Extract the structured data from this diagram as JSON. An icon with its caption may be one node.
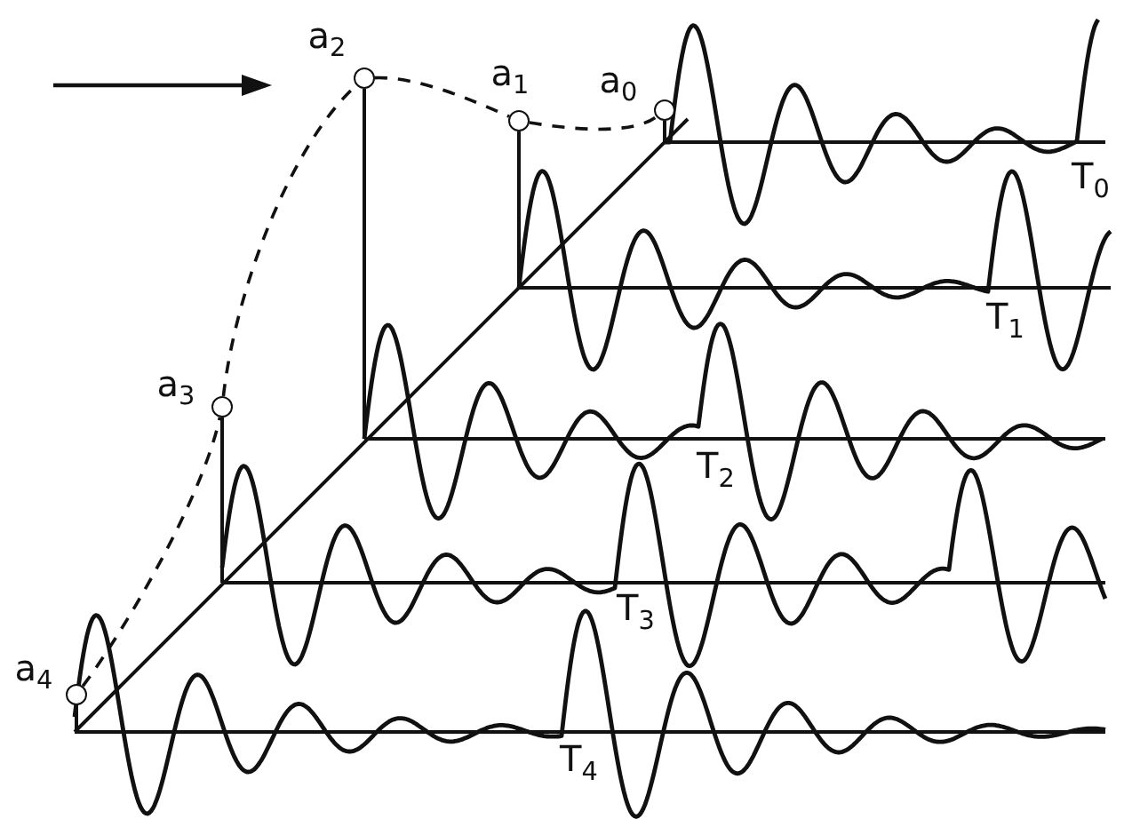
{
  "diagram": {
    "nodes": [
      {
        "text": [
          "a$_{2}$"
        ]
      },
      {
        "text": [
          "a$_{1}$"
        ]
      },
      {
        "text": [
          "a$_{0}$"
        ]
      },
      {
        "text": [
          "a$_{3}$"
        ]
      },
      {
        "text": [
          "a$_{4}$"
        ]
      }
    ],
    "edges": [
      {
        "from": 4,
        "to": 3,
        "arrow": "none",
        "style": "dashed"
      },
      {
        "from": 3,
        "to": 0,
        "arrow": "none",
        "style": "dashed"
      },
      {
        "from": 0,
        "to": 1,
        "arrow": "none",
        "style": "dashed"
      },
      {
        "from": 1,
        "to": 2,
        "arrow": "none",
        "style": "dashed"
      }
    ],
    "labels": [
      "T$_{0}$",
      "T$_{1}$",
      "T$_{2}$",
      "T$_{3}$",
      "T$_{4}$"
    ]
  }
}
